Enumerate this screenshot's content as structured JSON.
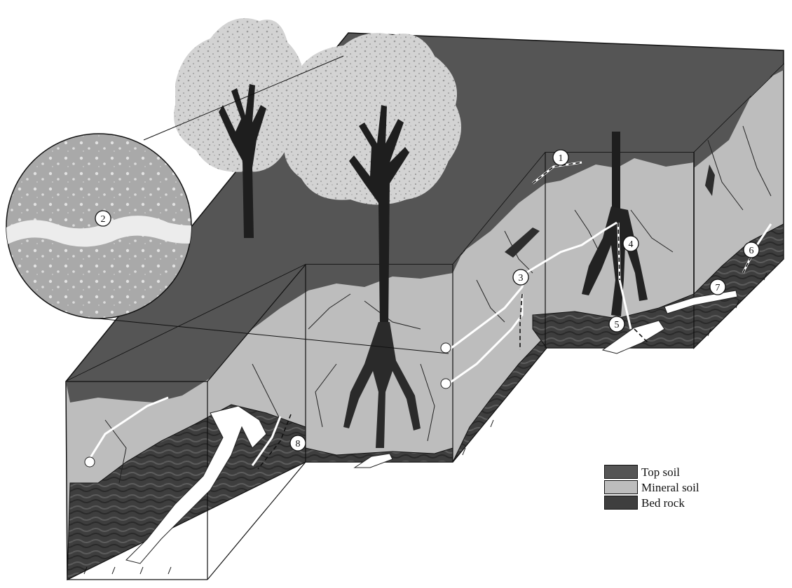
{
  "diagram": {
    "markers": [
      {
        "id": "marker-1",
        "label": "1"
      },
      {
        "id": "marker-2",
        "label": "2"
      },
      {
        "id": "marker-3",
        "label": "3"
      },
      {
        "id": "marker-4",
        "label": "4"
      },
      {
        "id": "marker-5",
        "label": "5"
      },
      {
        "id": "marker-6",
        "label": "6"
      },
      {
        "id": "marker-7",
        "label": "7"
      },
      {
        "id": "marker-8",
        "label": "8"
      }
    ],
    "legend": [
      {
        "label": "Top soil",
        "color": "#555555"
      },
      {
        "label": "Mineral soil",
        "color": "#bdbdbd"
      },
      {
        "label": "Bed rock",
        "color": "#3e3e3e"
      }
    ],
    "colors": {
      "top_soil": "#555555",
      "mineral_soil": "#bdbdbd",
      "bed_rock": "#3e3e3e",
      "canopy": "#d6d6d6",
      "flow_path": "#ffffff"
    }
  }
}
